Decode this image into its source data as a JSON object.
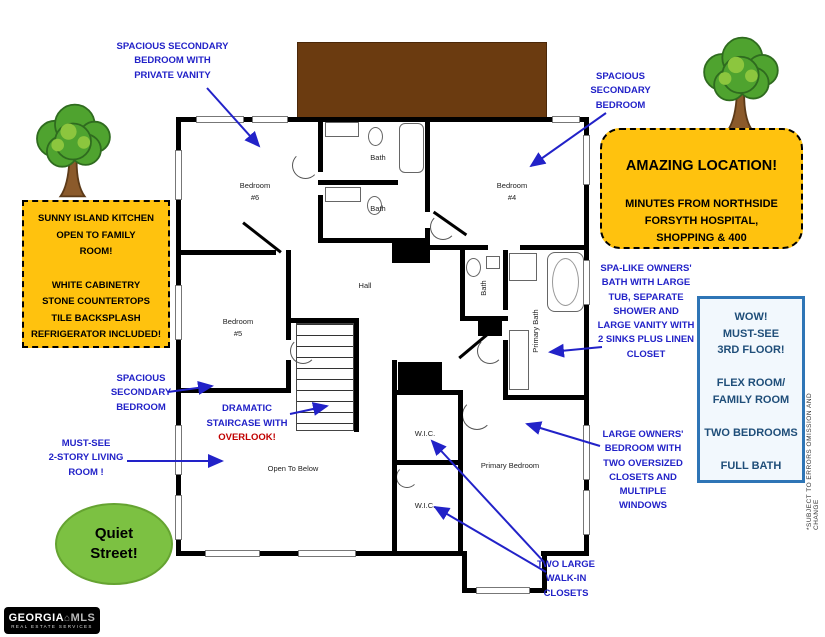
{
  "badge": {
    "title": "AMAZING LOCATION!",
    "body": "MINUTES FROM NORTHSIDE\nFORSYTH HOSPITAL,\nSHOPPING & 400"
  },
  "kitchen_box": {
    "text": "SUNNY ISLAND KITCHEN\nOPEN TO FAMILY\nROOM!\n\nWHITE CABINETRY\nSTONE COUNTERTOPS\nTILE BACKSPLASH\nREFRIGERATOR INCLUDED!"
  },
  "third_floor_box": {
    "text": "WOW!\nMUST-SEE\n3RD FLOOR!\n\nFLEX ROOM/\nFAMILY ROOM\n\nTWO BEDROOMS\n\nFULL BATH"
  },
  "notes": {
    "bedroom6": "SPACIOUS SECONDARY\nBEDROOM WITH\nPRIVATE VANITY",
    "bedroom4": "SPACIOUS\nSECONDARY\nBEDROOM",
    "owners_bath": "SPA-LIKE OWNERS'\nBATH WITH LARGE\nTUB, SEPARATE\nSHOWER AND\nLARGE VANITY WITH\n2 SINKS PLUS LINEN\nCLOSET",
    "bedroom5": "SPACIOUS\nSECONDARY\nBEDROOM",
    "staircase_blue": "DRAMATIC\nSTAIRCASE WITH",
    "staircase_red": "OVERLOOK!",
    "living_room": "MUST-SEE\n2-STORY LIVING\nROOM !",
    "owners_bedroom": "LARGE OWNERS'\nBEDROOM WITH\nTWO OVERSIZED\nCLOSETS AND\nMULTIPLE\nWINDOWS",
    "closets": "TWO LARGE\nWALK-IN\nCLOSETS",
    "quiet_street": "Quiet\nStreet!"
  },
  "rooms": {
    "bedroom6": "Bedroom\n#6",
    "bedroom4": "Bedroom\n#4",
    "bedroom5": "Bedroom\n#5",
    "hall": "Hall",
    "bath_top": "Bath",
    "bath_mid": "Bath",
    "bath_hall": "Bath",
    "primary_bath": "Primary Bath",
    "primary_bedroom": "Primary Bedroom",
    "wic_top": "W.I.C.",
    "wic_bottom": "W.I.C.",
    "open_to_below": "Open To Below"
  },
  "logo": {
    "brand": "GEORGIA",
    "suffix": "MLS",
    "tagline": "REAL ESTATE SERVICES"
  },
  "disclaimer": "*SUBJECT TO ERRORS OMISSION AND CHANGE",
  "icons": {
    "tree_left": "tree-icon",
    "tree_right": "tree-icon",
    "house": "house-icon"
  },
  "colors": {
    "annotation_blue": "#2222C8",
    "highlight_red": "#C00000",
    "badge_yellow": "#FFC20E",
    "box_blue_border": "#2E75B6",
    "box_navy_text": "#1F4E79",
    "street_green": "#7CC142",
    "roof_brown": "#6B3B10"
  }
}
